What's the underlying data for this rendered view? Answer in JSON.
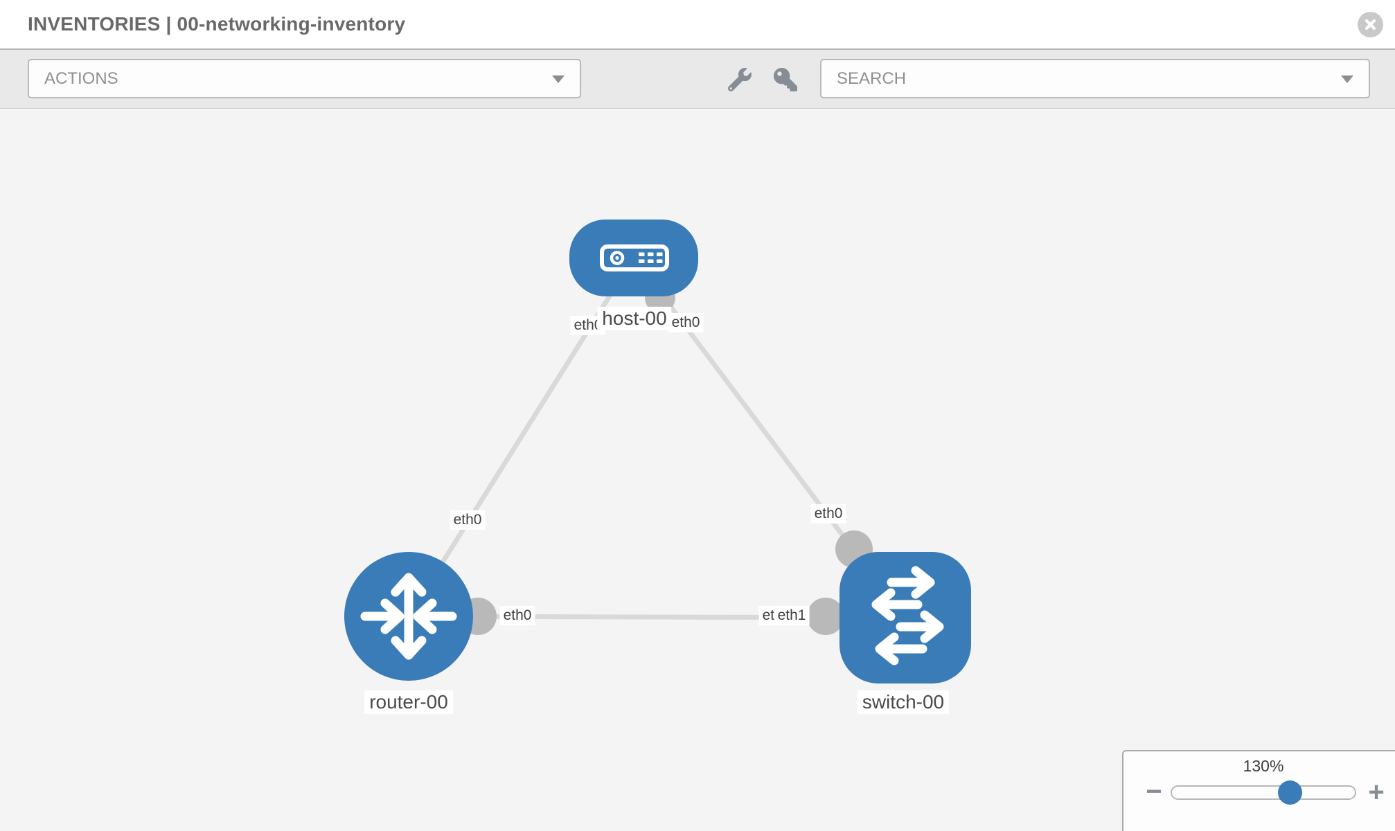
{
  "header": {
    "title": "INVENTORIES | 00-networking-inventory"
  },
  "toolbar": {
    "actions_label": "ACTIONS",
    "search_label": "SEARCH"
  },
  "topology": {
    "nodes": [
      {
        "label": "host-00",
        "type": "host"
      },
      {
        "label": "router-00",
        "type": "router"
      },
      {
        "label": "switch-00",
        "type": "switch"
      }
    ],
    "links": [
      {
        "from": "host-00",
        "from_interface": "eth0",
        "to": "router-00",
        "to_interface": "eth0"
      },
      {
        "from": "host-00",
        "from_interface": "eth0",
        "to": "switch-00",
        "to_interface": "eth0"
      },
      {
        "from": "router-00",
        "from_interface": "eth0",
        "to": "switch-00",
        "to_interface": "eth1"
      }
    ],
    "interface_labels": {
      "host_left": "eth0",
      "host_right": "eth0",
      "router_top": "eth0",
      "router_right": "eth0",
      "switch_top": "eth0",
      "switch_left_back": "eth0",
      "switch_left_front": "eth1"
    }
  },
  "zoom_control": {
    "level": "130%",
    "minus_label": "−",
    "plus_label": "+"
  },
  "colors": {
    "node_blue": "#3a7cb8",
    "link_gray": "#d9d9d9",
    "interface_gray": "#b9b9b9"
  }
}
